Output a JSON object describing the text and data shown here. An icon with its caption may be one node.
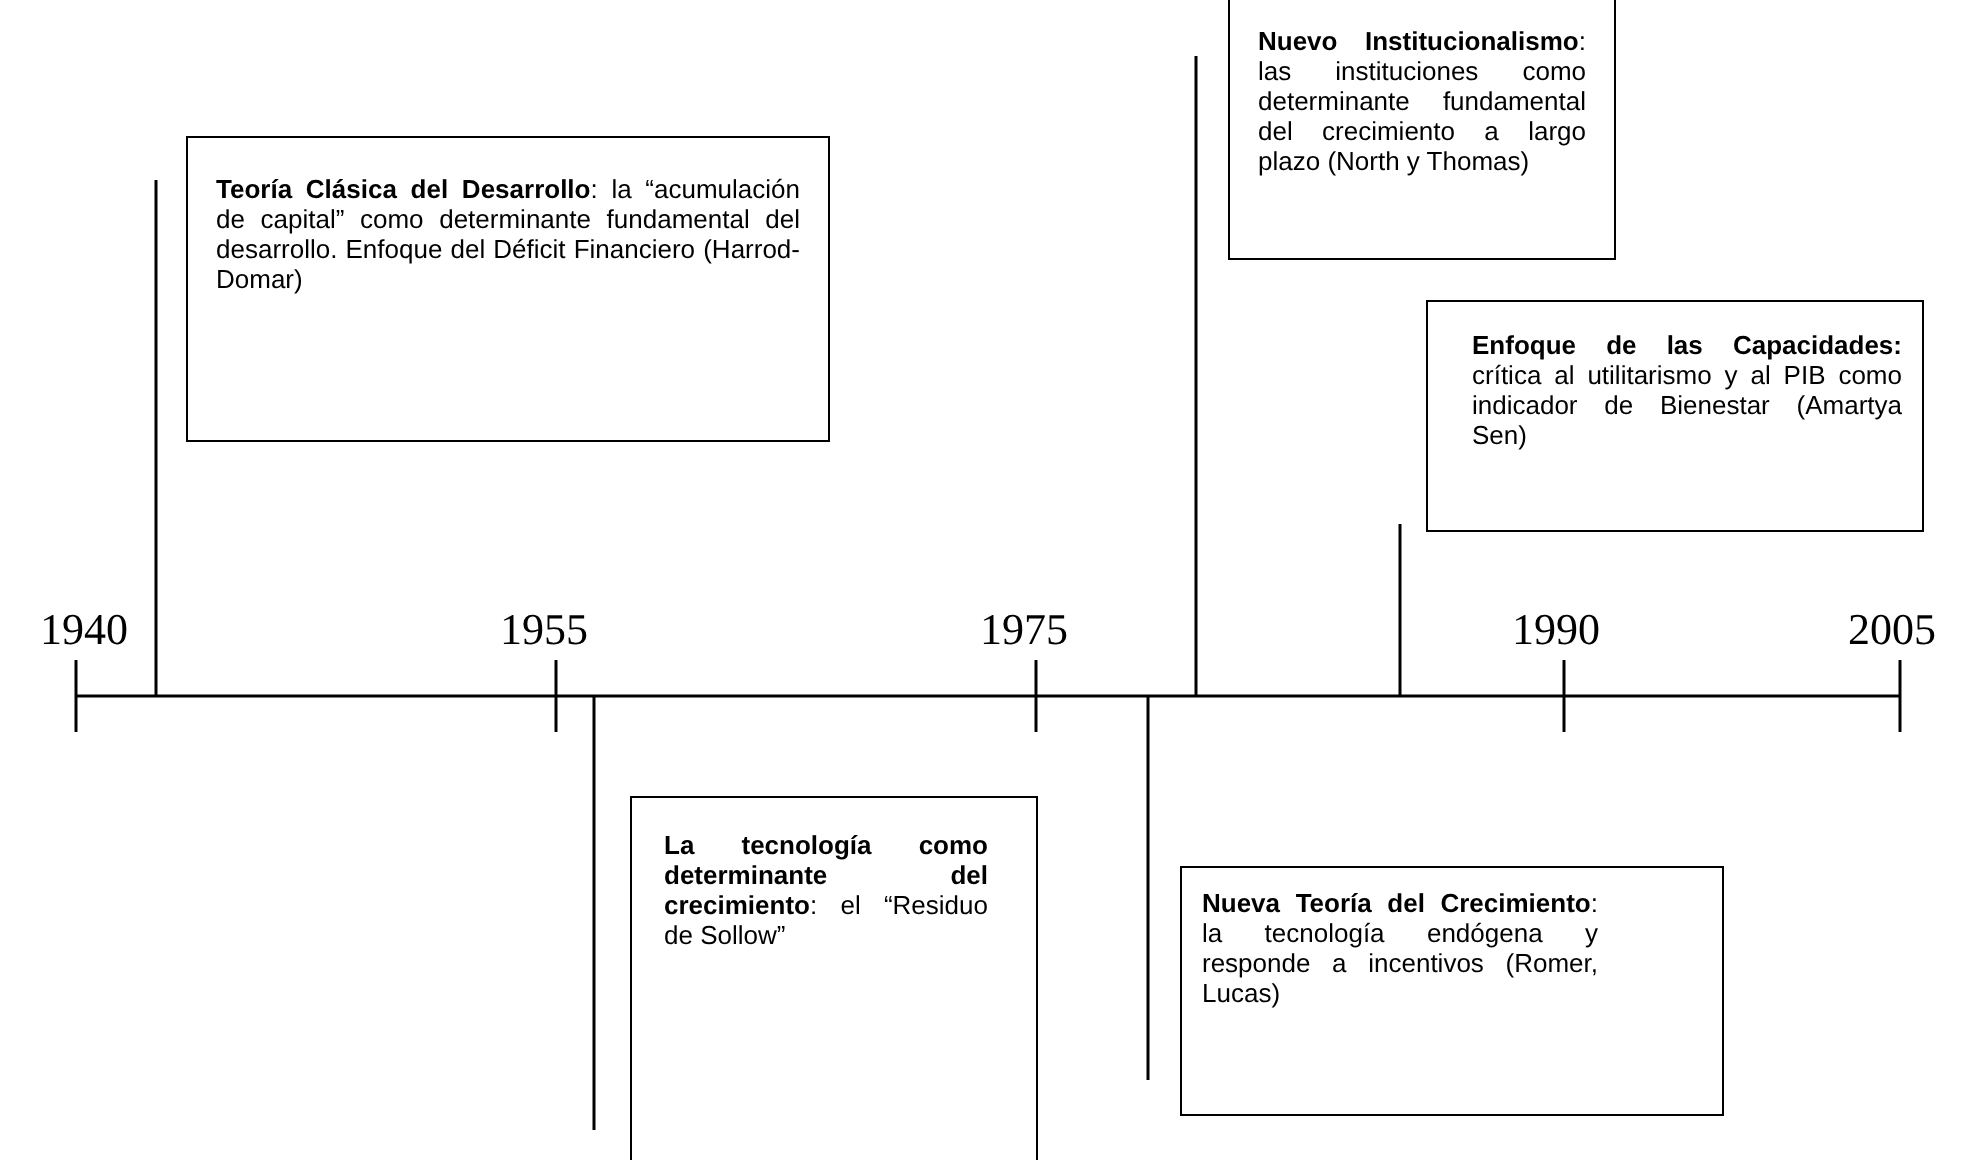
{
  "diagram": {
    "nodes": [
      {
        "text": [
          "**Teoría Clásica del Desarrollo**: la “acumulación de capital” como determinante fundamental del desarrollo. Enfoque del Déficit Financiero (Harrod-Domar)"
        ]
      },
      {
        "text": [
          "**La tecnología como determinante del crecimiento**: el “Residuo de Sollow”"
        ]
      },
      {
        "text": [
          "**Nueva Teoría del Crecimiento**: la tecnología endógena y responde a incentivos (Romer, Lucas)"
        ]
      },
      {
        "text": [
          "**Nuevo Institucionalismo**: las instituciones como determinante fundamental del crecimiento a largo plazo (North y Thomas)"
        ]
      },
      {
        "text": [
          "**Enfoque de las Capacidades:** crítica al utilitarismo y al PIB como indicador de Bienestar (Amartya Sen)"
        ]
      }
    ],
    "labels": [
      "1940",
      "1955",
      "1975",
      "1990",
      "2005"
    ]
  }
}
